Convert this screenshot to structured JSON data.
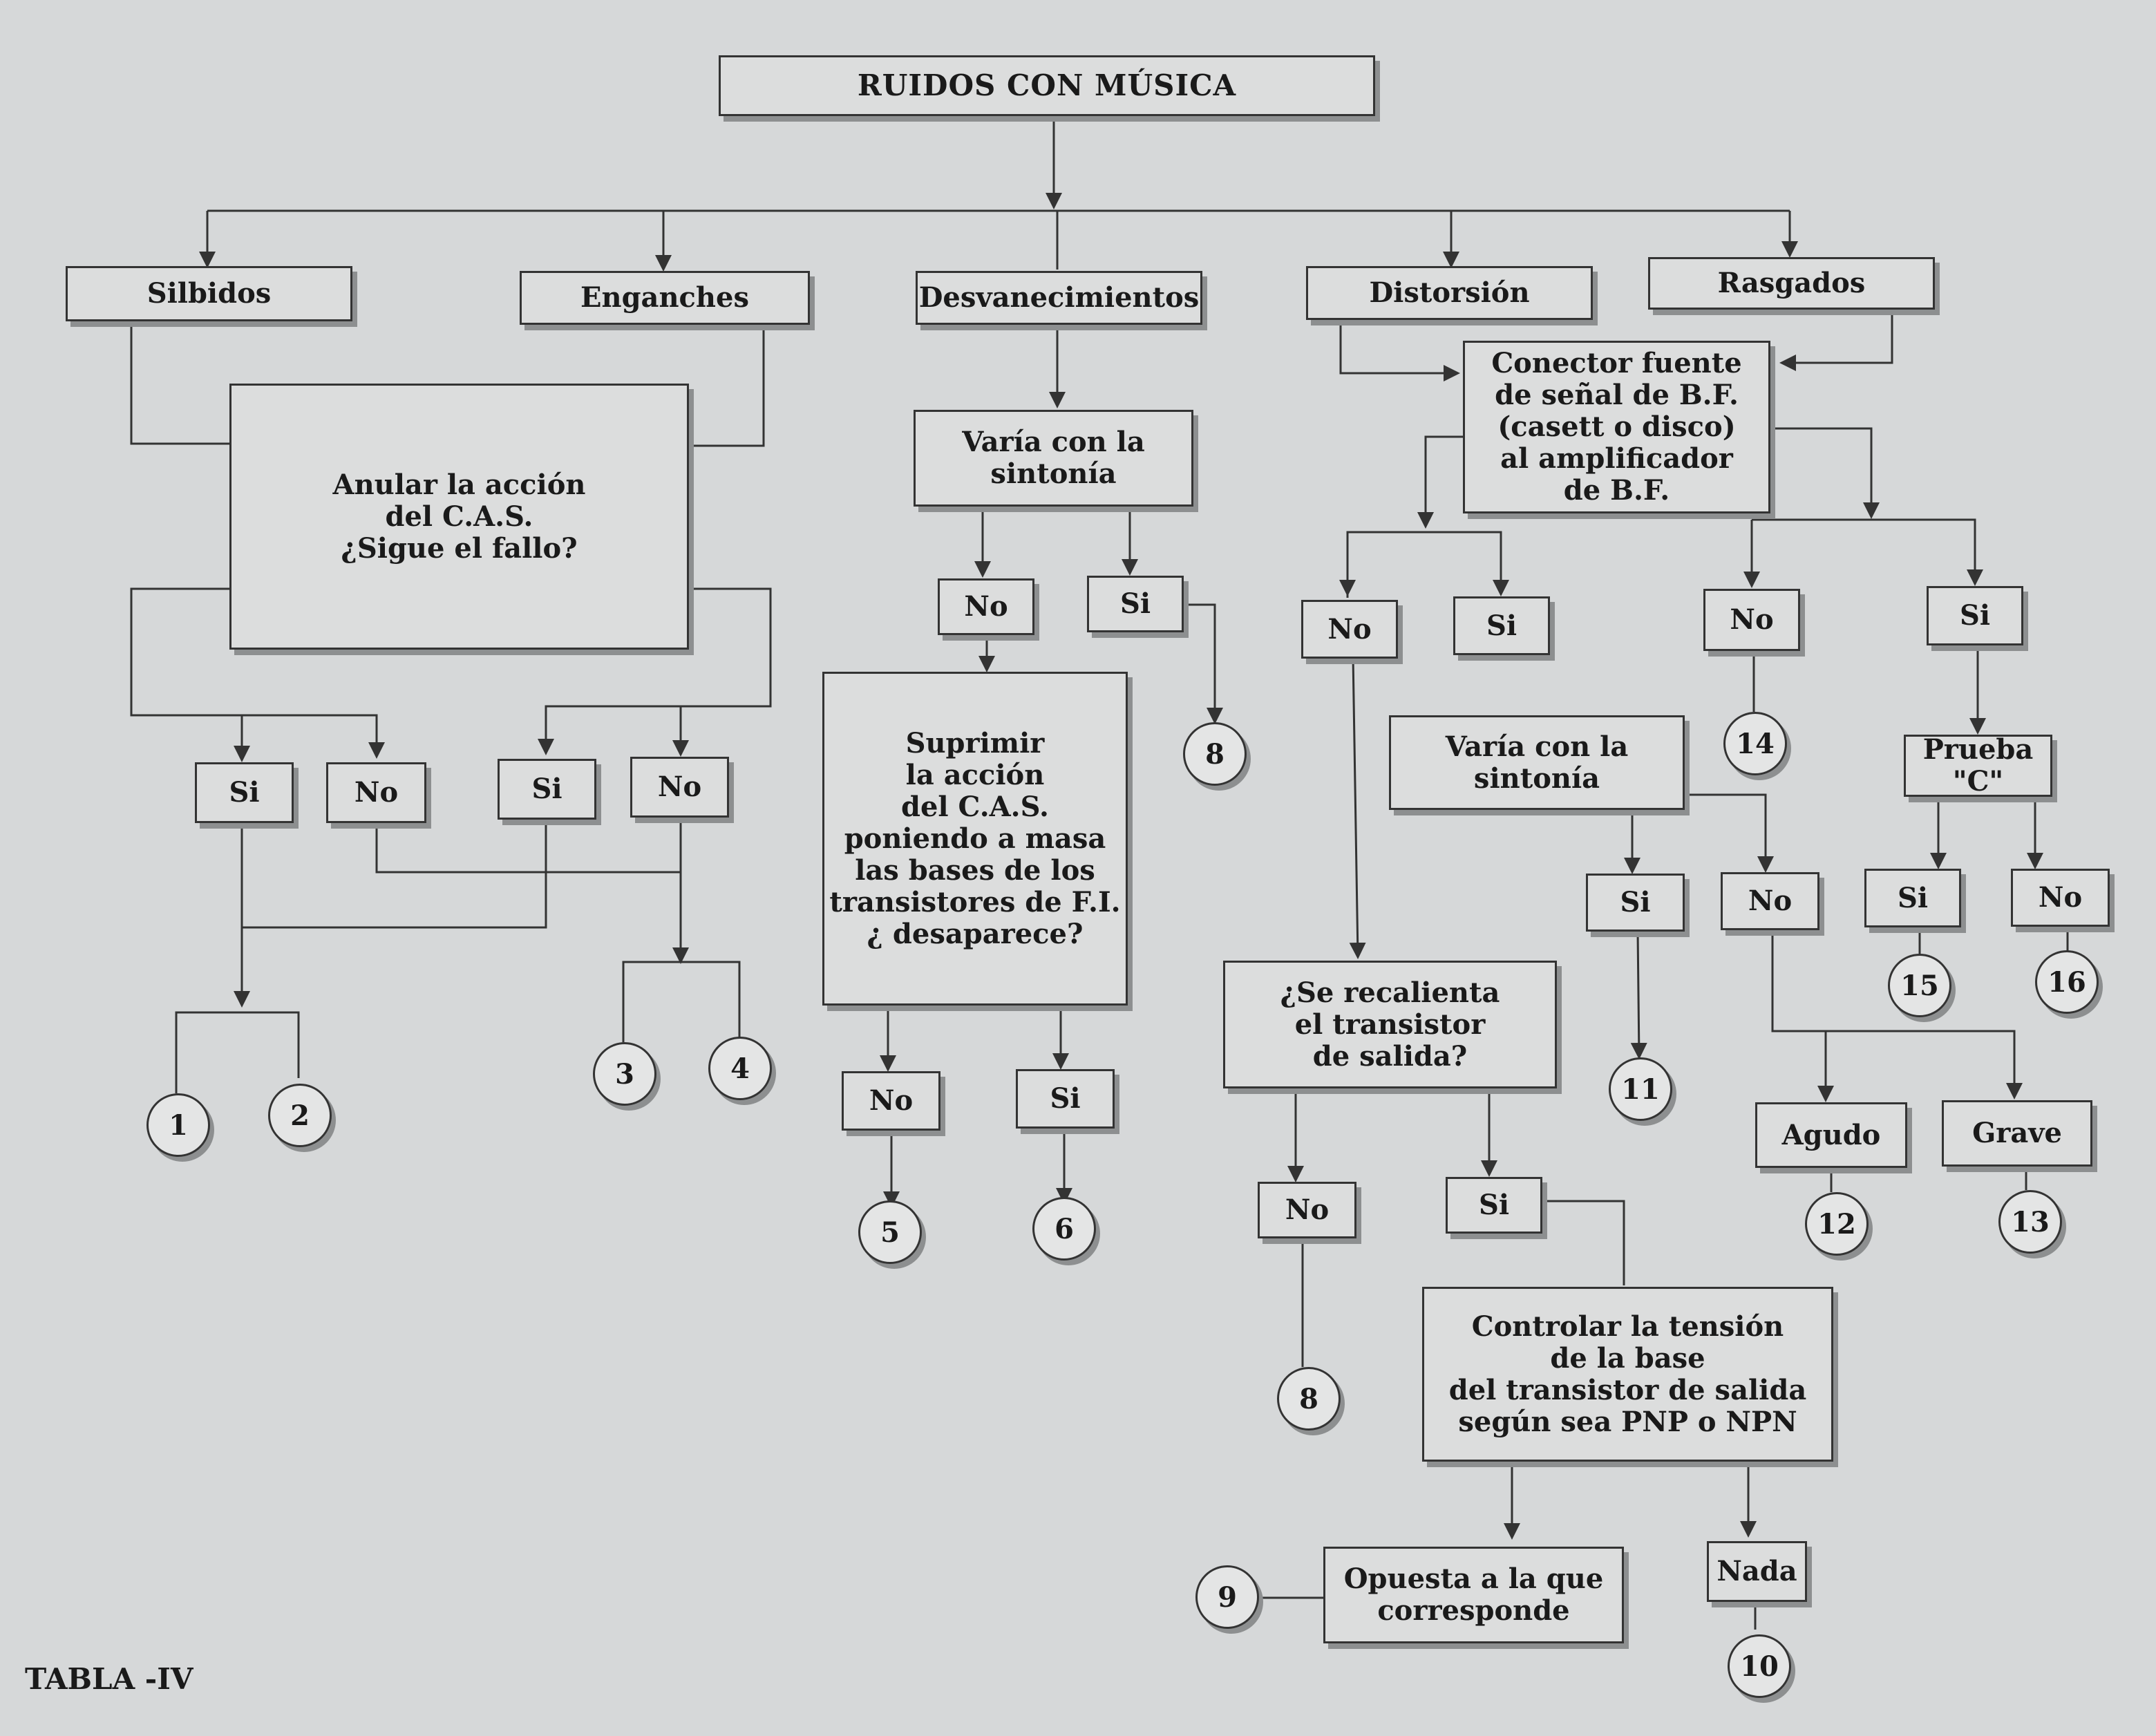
{
  "title": "RUIDOS CON MÚSICA",
  "categories": {
    "silbidos": "Silbidos",
    "enganches": "Enganches",
    "desvanecimientos": "Desvanecimientos",
    "distorsion": "Distorsión",
    "rasgados": "Rasgados"
  },
  "questions": {
    "anular": "Anular la acción\ndel C.A.S.\n¿Sigue el fallo?",
    "varia1": "Varía con la\nsintonía",
    "suprimir": "Suprimir\nla acción\ndel C.A.S.\nponiendo a masa\nlas bases de los\ntransistores de F.I.\n¿ desaparece?",
    "conector": "Conector fuente\nde señal de B.F.\n(casett o disco)\nal amplificador\nde B.F.",
    "varia2": "Varía con la\nsintonía",
    "recalienta": "¿Se recalienta\nel transistor\nde salida?",
    "controlar": "Controlar la tensión\nde la base\ndel transistor de salida\nsegún sea PNP o NPN",
    "prueba": "Prueba\n\"C\"",
    "opuesta": "Opuesta a la que\ncorresponde",
    "nada": "Nada",
    "agudo": "Agudo",
    "grave": "Grave"
  },
  "answers": {
    "si": "Si",
    "no": "No"
  },
  "results": [
    "1",
    "2",
    "3",
    "4",
    "5",
    "6",
    "8",
    "8",
    "9",
    "10",
    "11",
    "12",
    "13",
    "14",
    "15",
    "16"
  ],
  "caption": "TABLA -IV"
}
